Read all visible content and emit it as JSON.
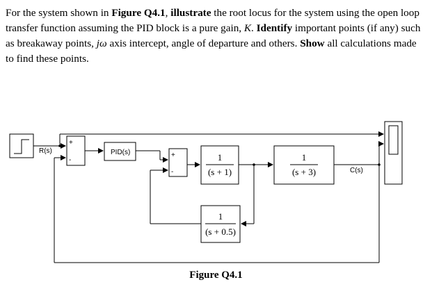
{
  "question": {
    "t1": "For the system shown in ",
    "fig_ref": "Figure Q4.1",
    "t2": ", ",
    "illustrate": "illustrate",
    "t3": " the root locus for the system using the open loop transfer function assuming the PID block is a pure gain, ",
    "k": "K",
    "t4": ". ",
    "identify": "Identify",
    "t5": " important points (if any) such as breakaway points, ",
    "jw": "jω",
    "t6": " axis intercept, angle of departure and others. ",
    "show": "Show",
    "t7": " all calculations made to find these points."
  },
  "diagram": {
    "input_label": "R(s)",
    "controller_label": "PID(s)",
    "tf1": {
      "num": "1",
      "den": "(s + 1)"
    },
    "tf2": {
      "num": "1",
      "den": "(s + 3)"
    },
    "tf3": {
      "num": "1",
      "den": "(s + 0.5)"
    },
    "output_label": "C(s)",
    "sum1_signs": [
      "+",
      "-"
    ],
    "sum2_signs": [
      "+",
      "-"
    ]
  },
  "caption": "Figure Q4.1"
}
